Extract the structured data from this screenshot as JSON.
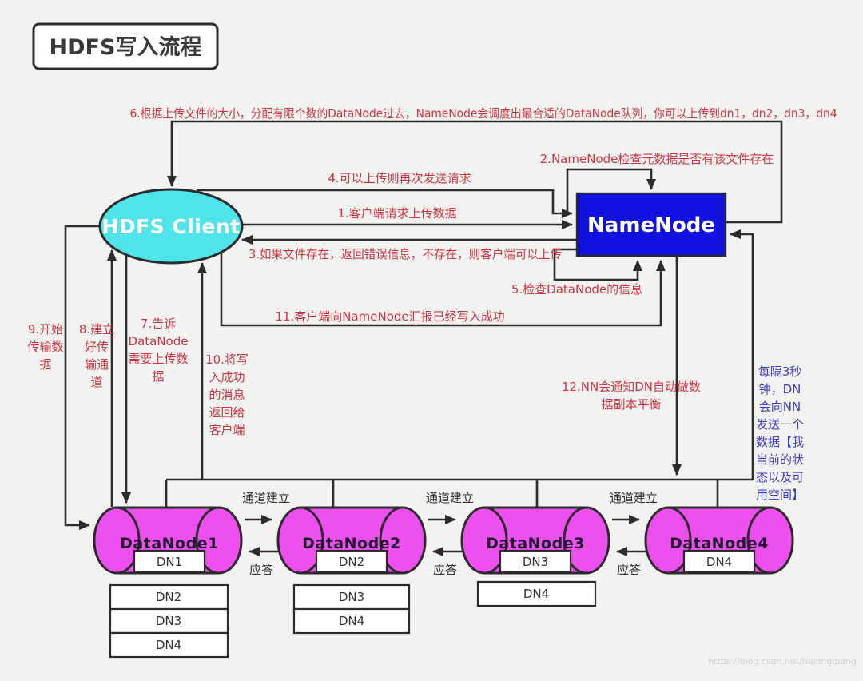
{
  "title": "HDFS写入流程",
  "nodes": {
    "client": {
      "label": "HDFS Client"
    },
    "namenode": {
      "label": "NameNode"
    },
    "datanodes": [
      {
        "label": "DataNode1",
        "block": "DN1",
        "replicas": [
          "DN2",
          "DN3",
          "DN4"
        ]
      },
      {
        "label": "DataNode2",
        "block": "DN2",
        "replicas": [
          "DN3",
          "DN4"
        ]
      },
      {
        "label": "DataNode3",
        "block": "DN3",
        "replicas": [
          "DN4"
        ]
      },
      {
        "label": "DataNode4",
        "block": "DN4",
        "replicas": []
      }
    ]
  },
  "steps": {
    "s1": "1.客户端请求上传数据",
    "s2": "2.NameNode检查元数据是否有该文件存在",
    "s3": "3.如果文件存在，返回错误信息，不存在，则客户端可以上传",
    "s4": "4.可以上传则再次发送请求",
    "s5": "5.检查DataNode的信息",
    "s6": "6.根据上传文件的大小，分配有限个数的DataNode过去，NameNode会调度出最合适的DataNode队列，你可以上传到dn1，dn2，dn3，dn4",
    "s7_lines": [
      "7.告诉",
      "DataNode",
      "需要上传数",
      "据"
    ],
    "s8_lines": [
      "8.建立",
      "好传",
      "输通",
      "道"
    ],
    "s9_lines": [
      "9.开始",
      "传输数",
      "据"
    ],
    "s10_lines": [
      "10.将写",
      "入成功",
      "的消息",
      "返回给",
      "客户端"
    ],
    "s11": "11.客户端向NameNode汇报已经写入成功",
    "s12_lines": [
      "12.NN会通知DN自动做数",
      "据副本平衡"
    ]
  },
  "heartbeat_lines": [
    "每隔3秒",
    "钟，DN",
    "会向NN",
    "发送一个",
    "数据【我",
    "当前的状",
    "态以及可",
    "用空间】"
  ],
  "edge_labels": {
    "channel": "通道建立",
    "ack": "应答"
  },
  "colors": {
    "background": "#f2f2f0",
    "client_fill": "#4ee4ea",
    "namenode_fill": "#1212e0",
    "datanode_fill": "#ee4fef",
    "step_text": "#cf3440",
    "heartbeat_text": "#3b3cc4",
    "line": "#2b2b2b"
  },
  "watermark": "https://blog.csdn.net/helongqiang"
}
